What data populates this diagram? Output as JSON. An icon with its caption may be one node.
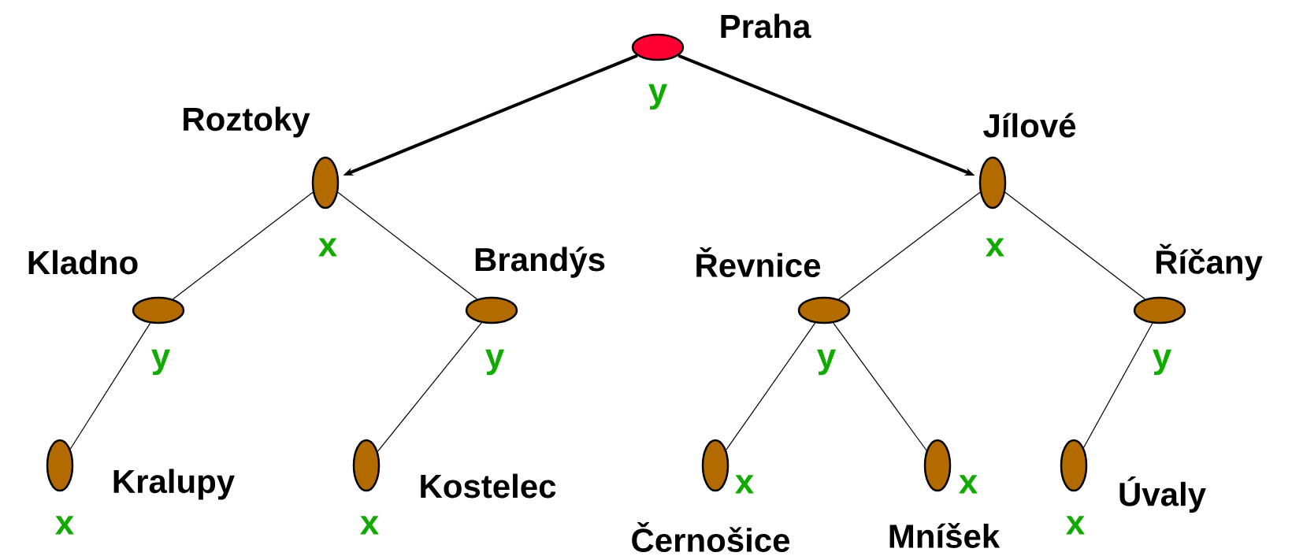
{
  "diagram": {
    "nodes": [
      {
        "text": [
          "Praha"
        ],
        "beside": [
          "y"
        ]
      },
      {
        "text": [
          "Roztoky"
        ],
        "beside": [
          "x"
        ]
      },
      {
        "text": [
          "Jílové"
        ],
        "beside": [
          "x"
        ]
      },
      {
        "text": [
          "Kladno"
        ],
        "beside": [
          "y"
        ]
      },
      {
        "text": [
          "Brandýs"
        ],
        "beside": [
          "y"
        ]
      },
      {
        "text": [
          "Řevnice"
        ],
        "beside": [
          "y"
        ]
      },
      {
        "text": [
          "Říčany"
        ],
        "beside": [
          "y"
        ]
      },
      {
        "text": [
          "Kralupy"
        ],
        "beside": [
          "x"
        ]
      },
      {
        "text": [
          "Kostelec"
        ],
        "beside": [
          "x"
        ]
      },
      {
        "text": [
          "Černošice"
        ],
        "beside": [
          "x"
        ]
      },
      {
        "text": [
          "Mníšek"
        ],
        "beside": [
          "x"
        ]
      },
      {
        "text": [
          "Úvaly"
        ],
        "beside": [
          "x"
        ]
      }
    ],
    "edges": [
      {
        "from": 0,
        "to": 1,
        "arrow": "to",
        "style": "thick"
      },
      {
        "from": 0,
        "to": 2,
        "arrow": "to",
        "style": "thick"
      },
      {
        "from": 1,
        "to": 3,
        "arrow": "none"
      },
      {
        "from": 1,
        "to": 4,
        "arrow": "none"
      },
      {
        "from": 2,
        "to": 5,
        "arrow": "none"
      },
      {
        "from": 2,
        "to": 6,
        "arrow": "none"
      },
      {
        "from": 3,
        "to": 7,
        "arrow": "none"
      },
      {
        "from": 4,
        "to": 8,
        "arrow": "none"
      },
      {
        "from": 5,
        "to": 9,
        "arrow": "none"
      },
      {
        "from": 5,
        "to": 10,
        "arrow": "none"
      },
      {
        "from": 6,
        "to": 11,
        "arrow": "none"
      }
    ]
  }
}
